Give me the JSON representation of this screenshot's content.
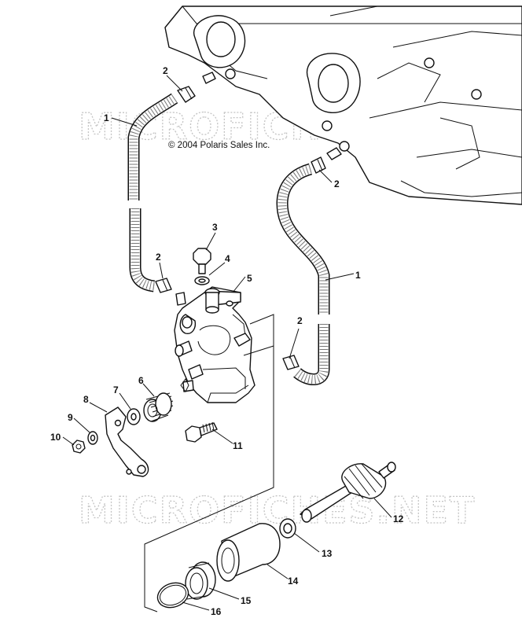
{
  "copyright": "© 2004 Polaris Sales Inc.",
  "watermark": "MICROFICHES.NET",
  "callouts": {
    "c1a": "1",
    "c1b": "1",
    "c2a": "2",
    "c2b": "2",
    "c2c": "2",
    "c2d": "2",
    "c3": "3",
    "c4": "4",
    "c5": "5",
    "c6": "6",
    "c7": "7",
    "c8": "8",
    "c9": "9",
    "c10": "10",
    "c11": "11",
    "c12": "12",
    "c13": "13",
    "c14": "14",
    "c15": "15",
    "c16": "16"
  }
}
